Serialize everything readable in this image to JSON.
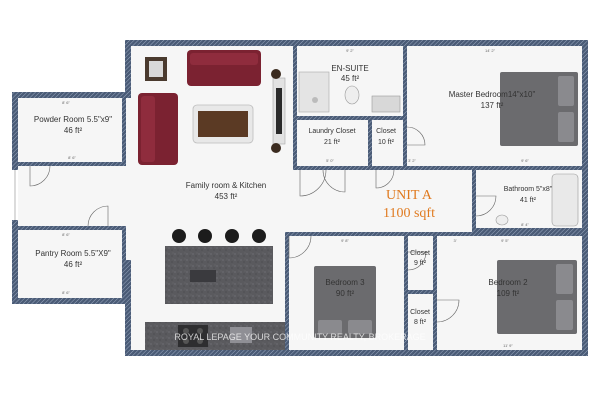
{
  "unit": {
    "name": "UNIT A",
    "area": "1100 sqft"
  },
  "rooms": {
    "powder": {
      "name": "Powder Room 5.5\"x9\"",
      "area": "46 ft²"
    },
    "pantry": {
      "name": "Pantry Room 5.5\"X9\"",
      "area": "46 ft²"
    },
    "ensuite": {
      "name": "EN-SUITE",
      "area": "45 ft²"
    },
    "master": {
      "name": "Master Bedroom14\"x10\"",
      "area": "137 ft²"
    },
    "laundry": {
      "name": "Laundry Closet",
      "area": "21 ft²"
    },
    "closet_top": {
      "name": "Closet",
      "area": "10 ft²"
    },
    "family": {
      "name": "Family room & Kitchen",
      "area": "453 ft²"
    },
    "bath": {
      "name": "Bathroom 5\"x8\"",
      "area": "41 ft²"
    },
    "bed3": {
      "name": "Bedroom 3",
      "area": "90 ft²"
    },
    "closet_mid": {
      "name": "Closet",
      "area": "9 ft²"
    },
    "closet_low": {
      "name": "Closet",
      "area": "8 ft²"
    },
    "bed2": {
      "name": "Bedroom 2",
      "area": "109 ft²"
    }
  },
  "dimensions": {
    "powder_top": "8' 6\"",
    "powder_door": "8' 6\"",
    "pantry_top": "8' 6\"",
    "pantry_bottom": "8' 6\"",
    "master_top": "14' 2\"",
    "ensuite_top": "9' 2\"",
    "laundry_bottom": "5' 0\"",
    "closet_top_bottom": "3' 2\"",
    "master_bottom": "9' 6\"",
    "bath_bottom": "8' 4\"",
    "bed3_top": "9' 8\"",
    "bed2_top": "9' 5\"",
    "bed2_bottom": "11' 9\"",
    "closet_top_right": "3'"
  },
  "watermark": "ROYAL LEPAGE YOUR COMMUNITY REALTY, BROKERAGE",
  "colors": {
    "wall": "#4a5b76",
    "wall_hatch": "#8a98b0",
    "floor": "#f5f5f5",
    "unit_label": "#e07a1f",
    "sofa": "#7b2231",
    "counter": "#5a5a5e"
  }
}
